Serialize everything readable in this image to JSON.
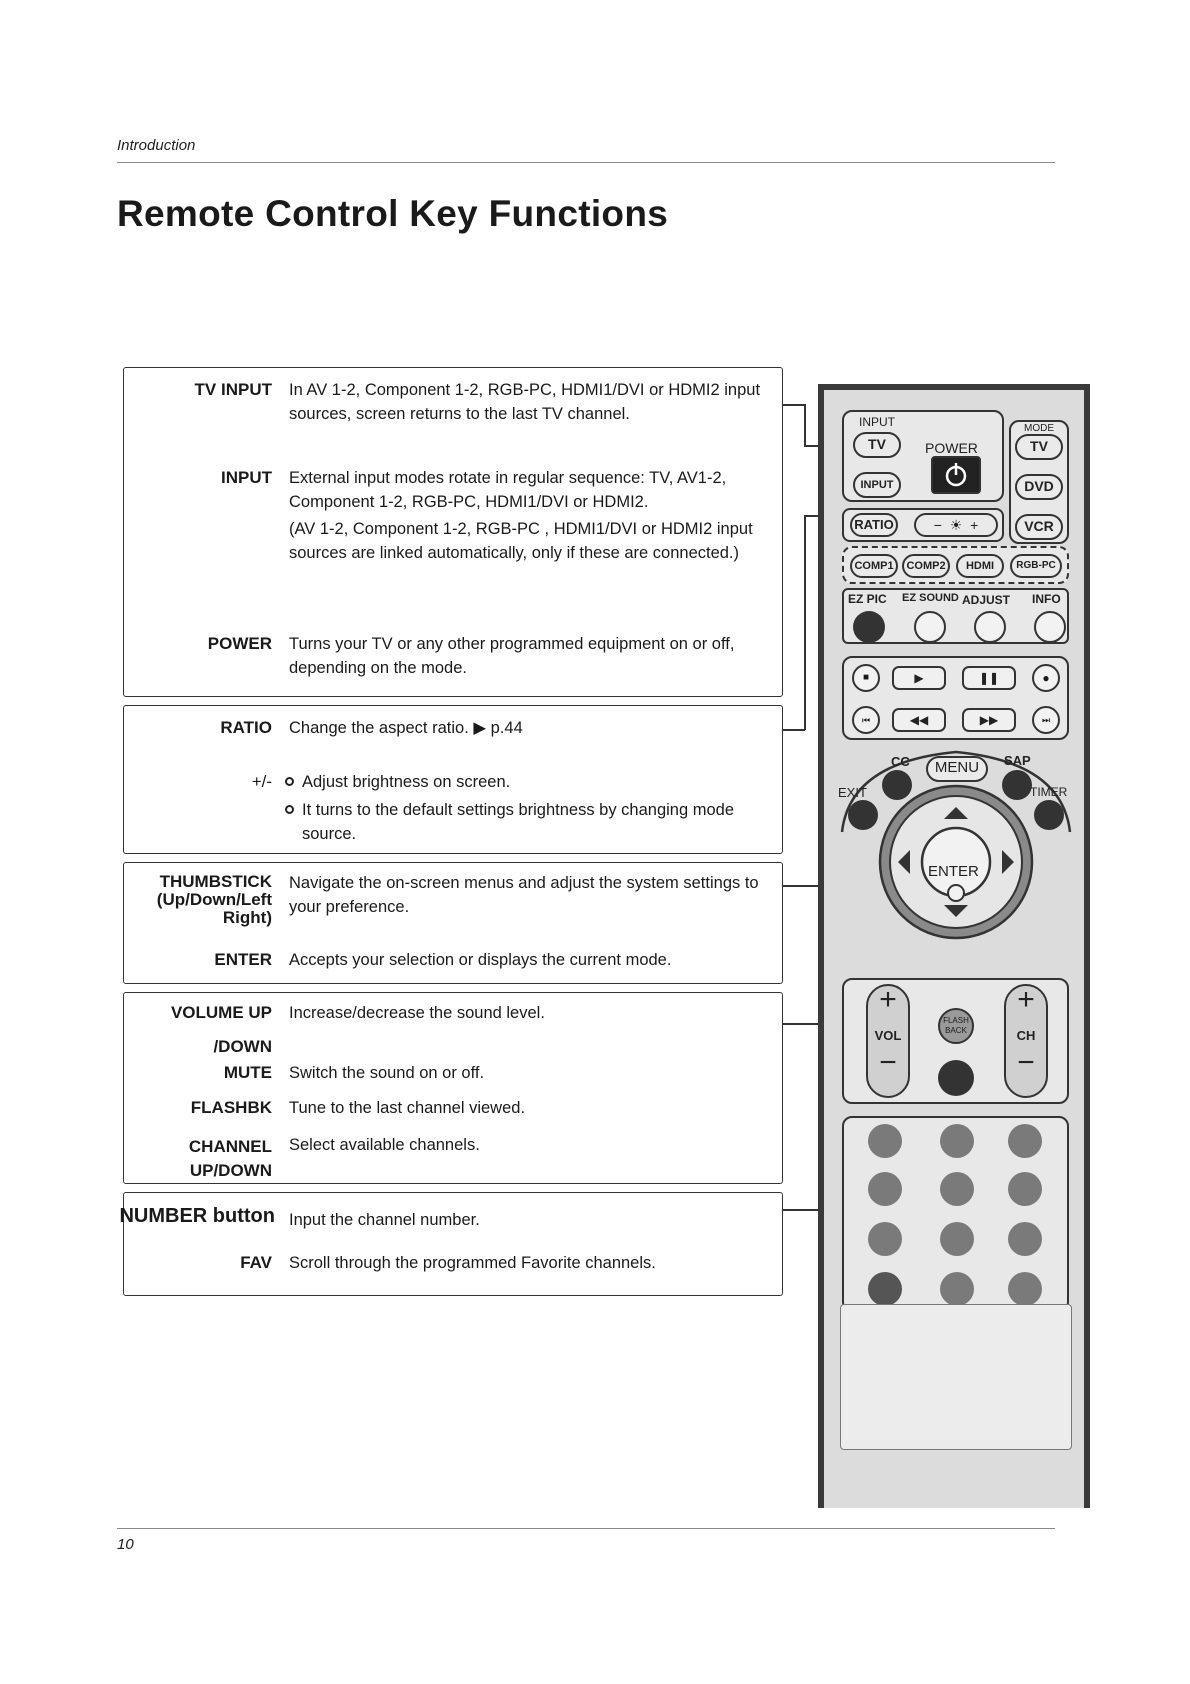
{
  "header": {
    "section": "Introduction",
    "title": "Remote Control Key Functions"
  },
  "footer": {
    "page_number": "10"
  },
  "boxes": [
    {
      "entries": [
        {
          "key": "TV INPUT",
          "desc": [
            "In AV 1-2, Component 1-2, RGB-PC, HDMI1/DVI or HDMI2 input sources, screen returns to the last TV channel."
          ]
        },
        {
          "key": "INPUT",
          "desc": [
            "External input modes rotate in regular sequence: TV, AV1-2, Component 1-2, RGB-PC, HDMI1/DVI or HDMI2.",
            "(AV 1-2, Component 1-2, RGB-PC , HDMI1/DVI or HDMI2 input sources are linked automatically, only if these are connected.)"
          ]
        },
        {
          "key": "POWER",
          "desc": [
            "Turns your TV or any other programmed equipment on or off, depending on the mode."
          ]
        }
      ]
    },
    {
      "entries": [
        {
          "key": "RATIO",
          "desc": [
            "Change the aspect ratio. ▶ p.44"
          ]
        },
        {
          "key": "+/-",
          "bullets": [
            "Adjust brightness on screen.",
            "It turns to the default settings brightness by changing mode source."
          ]
        }
      ]
    },
    {
      "entries": [
        {
          "key": "THUMBSTICK (Up/Down/Left Right)",
          "desc": [
            "Navigate the on-screen menus and adjust the system settings to your preference."
          ]
        },
        {
          "key": "ENTER",
          "desc": [
            "Accepts your selection or displays the current mode."
          ]
        }
      ]
    },
    {
      "entries": [
        {
          "key": "VOLUME UP /DOWN",
          "desc": [
            "Increase/decrease the sound level."
          ]
        },
        {
          "key": "MUTE",
          "desc": [
            "Switch the sound on or off."
          ]
        },
        {
          "key": "FLASHBK",
          "desc": [
            "Tune to the last channel viewed."
          ]
        },
        {
          "key": "CHANNEL UP/DOWN",
          "desc": [
            "Select available channels."
          ]
        }
      ]
    },
    {
      "entries": [
        {
          "key": "NUMBER button",
          "desc": [
            "Input the channel number."
          ]
        },
        {
          "key": "FAV",
          "desc": [
            "Scroll through the programmed Favorite channels."
          ]
        }
      ]
    }
  ],
  "remote": {
    "input_label": "INPUT",
    "tv": "TV",
    "power": "POWER",
    "input_btn": "INPUT",
    "mode_label": "MODE",
    "mode_tv": "TV",
    "dvd": "DVD",
    "vcr": "VCR",
    "ratio": "RATIO",
    "minus": "−",
    "plus": "+",
    "comp1": "COMP1",
    "comp2": "COMP2",
    "hdmi": "HDMI",
    "rgbpc": "RGB-PC",
    "ezpic": "EZ PIC",
    "ezsound": "EZ SOUND",
    "adjust": "ADJUST",
    "info": "INFO",
    "cc": "CC",
    "menu": "MENU",
    "sap": "SAP",
    "exit": "EXIT",
    "timer": "TIMER",
    "enter": "ENTER",
    "vol": "VOL",
    "ch": "CH",
    "flash": "FLASH",
    "back": "BACK"
  }
}
